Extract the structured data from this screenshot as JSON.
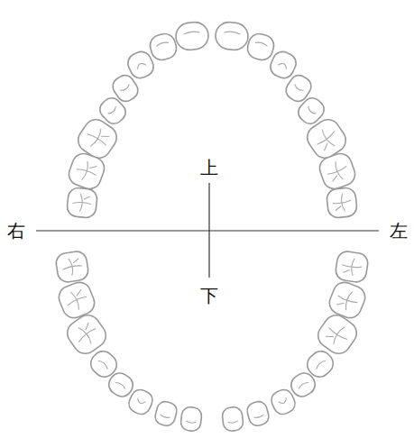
{
  "diagram": {
    "labels": [
      "右",
      "左",
      "上",
      "下"
    ]
  }
}
